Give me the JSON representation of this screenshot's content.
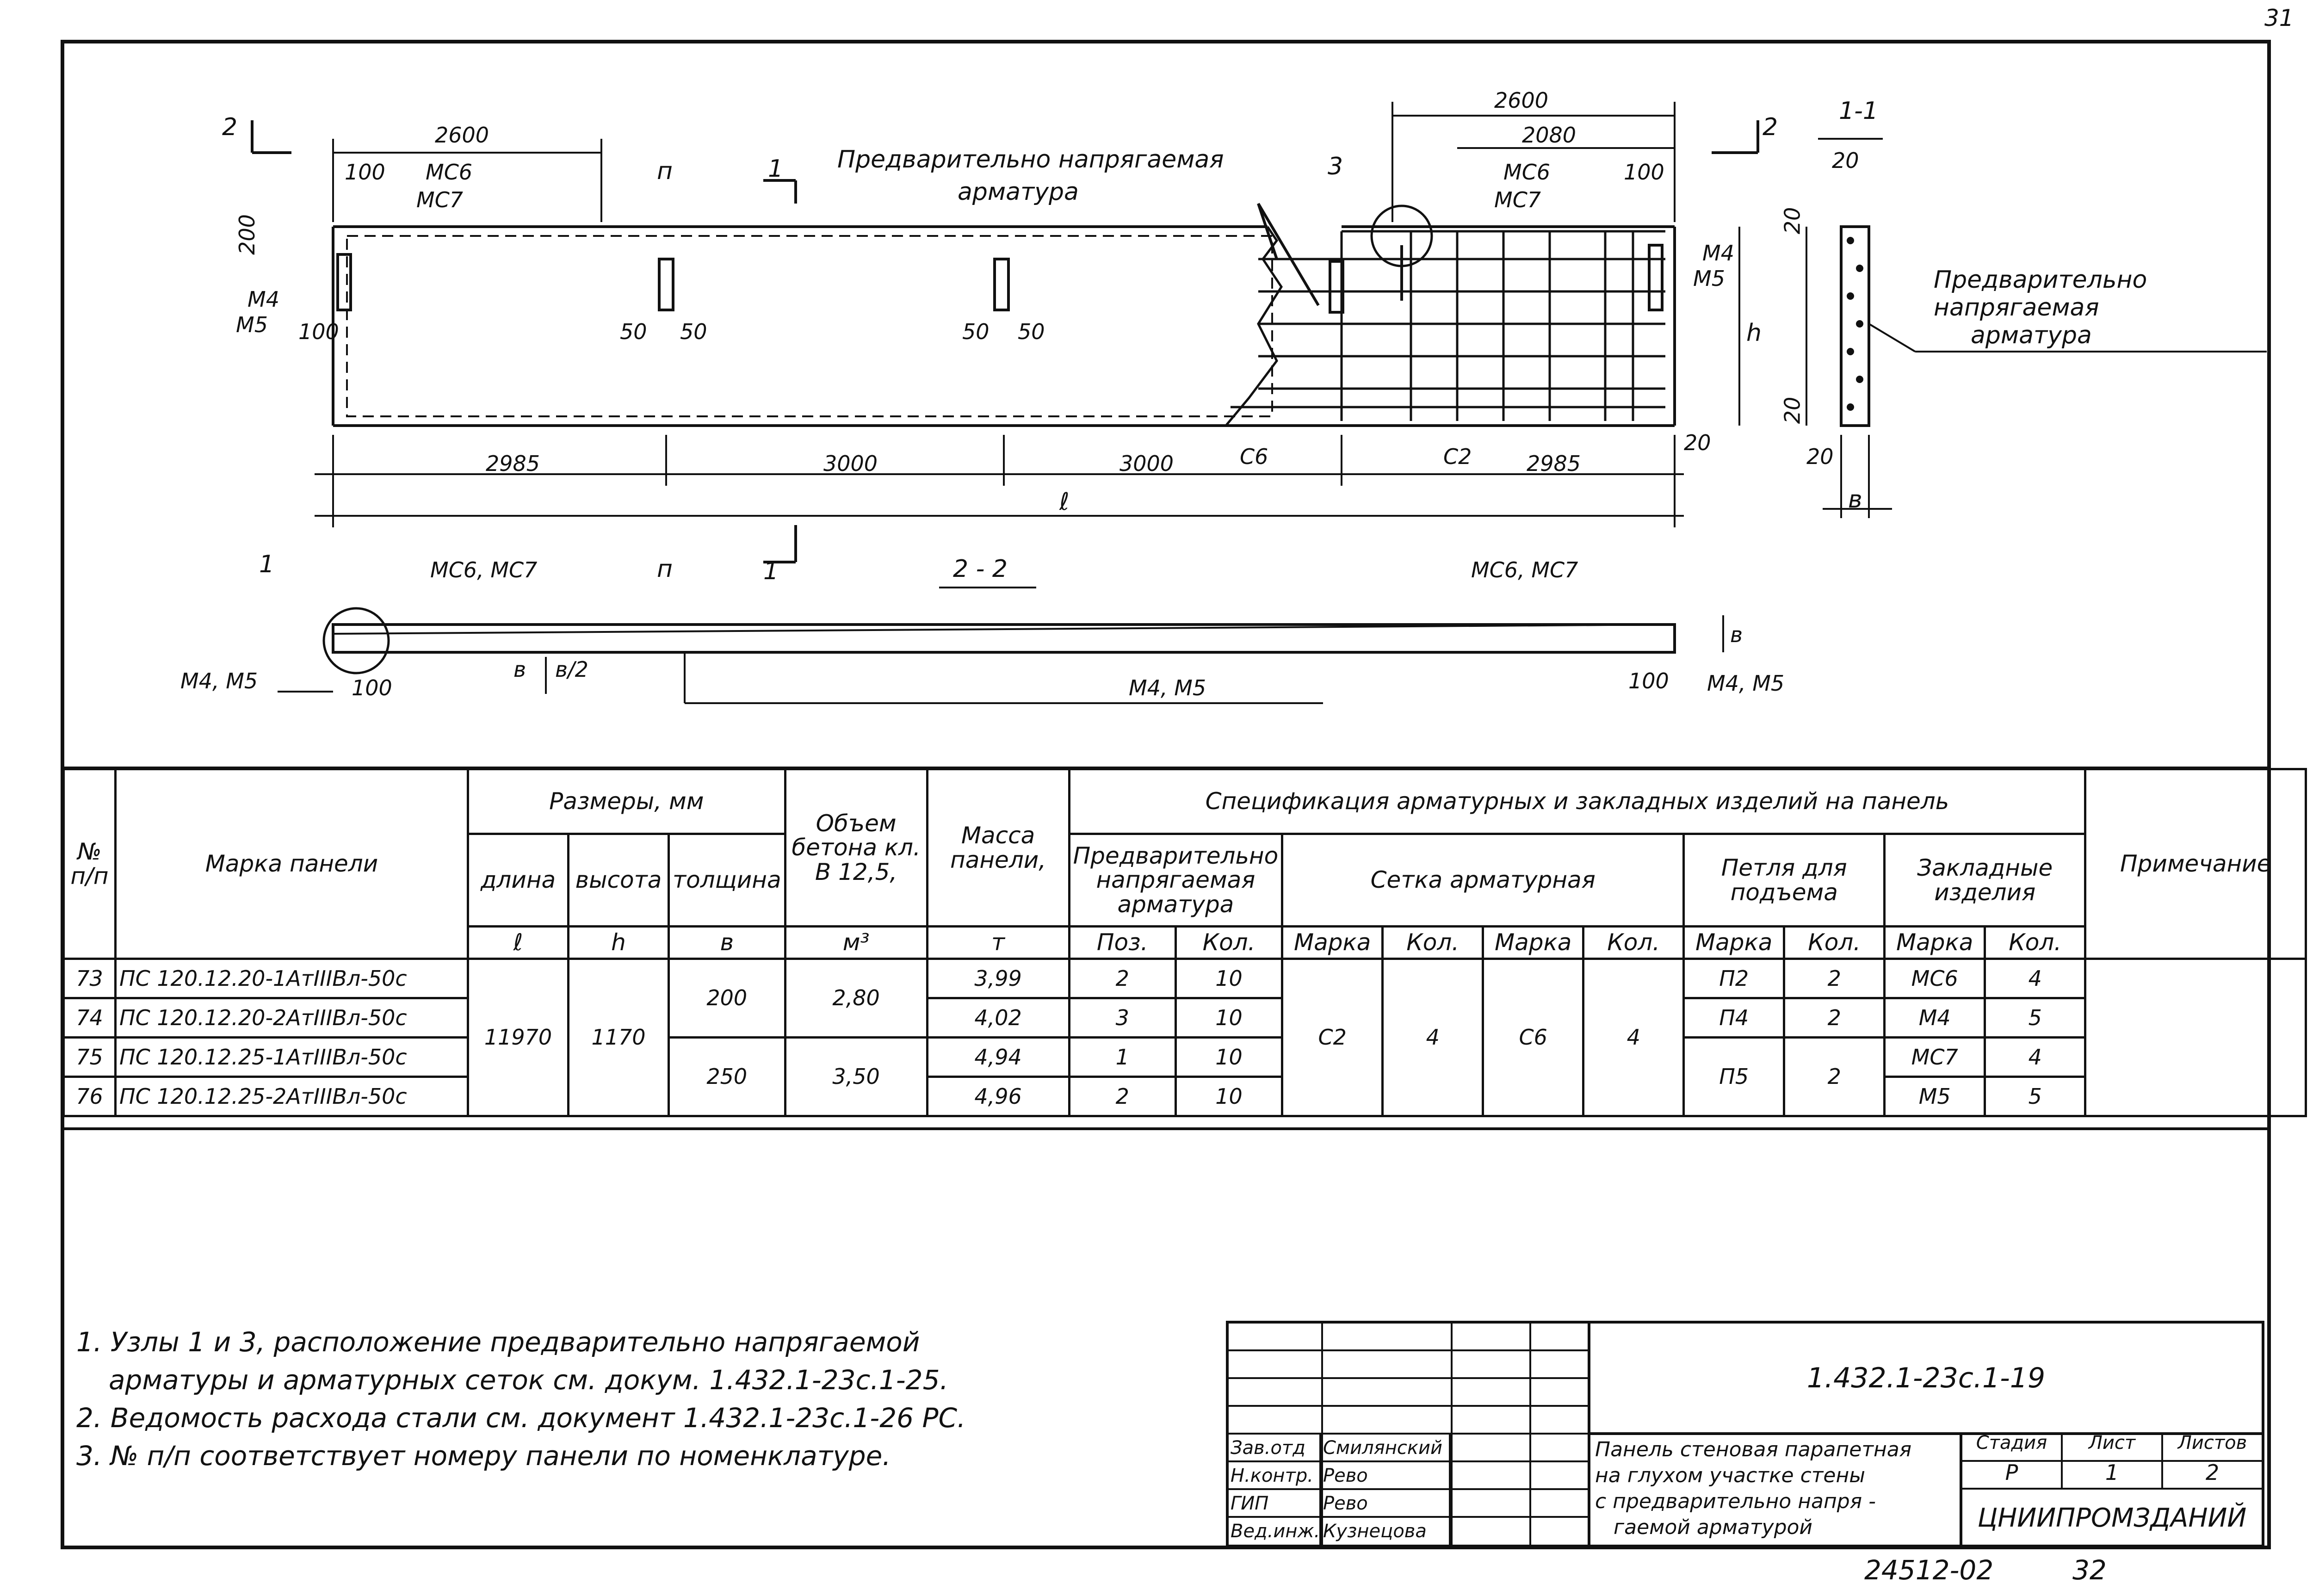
{
  "page_number": "31",
  "drawing": {
    "facade": {
      "section_mark_2_left": "2",
      "section_mark_2_right": "2",
      "section_mark_1_top": "1",
      "section_mark_1_bottom": "1",
      "callout_prestressed_title": "Предварительно напрягаемая",
      "callout_prestressed_sub": "арматура",
      "callout_3": "3",
      "callout_p": "п",
      "dim_2600_left": "2600",
      "dim_100_tl": "100",
      "mark_mc6_l": "МС6",
      "mark_mc7_l": "МС7",
      "dim_200_l": "200",
      "mark_m4_l": "М4",
      "mark_m5_l": "М5",
      "dim_100_l": "100",
      "dim_50a": "50",
      "dim_50b": "50",
      "dim_50c": "50",
      "dim_50d": "50",
      "dim_2600_right": "2600",
      "dim_2080": "2080",
      "dim_100_tr": "100",
      "mark_mc6_r": "МС6",
      "mark_mc7_r": "МС7",
      "mark_m4_r": "М4",
      "mark_m5_r": "М5",
      "dim_h": "h",
      "dim_20_r": "20",
      "dim_2985_l": "2985",
      "dim_3000_a": "3000",
      "dim_3000_b": "3000",
      "mark_c6": "С6",
      "mark_c2": "С2",
      "dim_2985_r": "2985",
      "dim_l": "ℓ"
    },
    "section_1_1": {
      "title": "1-1",
      "dim_20_a": "20",
      "dim_20_b": "20",
      "dim_20_c": "20",
      "dim_20_d": "20",
      "dim_b": "в",
      "callout_line1": "Предварительно",
      "callout_line2": "напрягаемая",
      "callout_line3": "арматура"
    },
    "section_2_2": {
      "title": "2 - 2",
      "callout_1": "1",
      "mark_mc_l": "МС6, МС7",
      "callout_p": "п",
      "mark_mc_r": "МС6, МС7",
      "mark_m_l": "М4, М5",
      "dim_100_l": "100",
      "dim_b_l": "в",
      "dim_b_l2": "в/2",
      "mark_m_mid": "М4, М5",
      "dim_100_r": "100",
      "mark_m_r": "М4, М5",
      "dim_b_r": "в"
    }
  },
  "spec_table": {
    "headers": {
      "num": "№ п/п",
      "mark": "Марка панели",
      "sizes": "Размеры, мм",
      "length": "длина",
      "length_sym": "ℓ",
      "height": "высота",
      "height_sym": "h",
      "thickness": "толщина",
      "thickness_sym": "в",
      "volume": "Объем бетона кл. В 12,5,",
      "volume_unit": "м³",
      "mass": "Масса панели,",
      "mass_unit": "т",
      "spec": "Спецификация арматурных и закладных изделий на панель",
      "prestress": "Предварительно напрягаемая арматура",
      "pos": "Поз.",
      "qty": "Кол.",
      "mesh": "Сетка арматурная",
      "mark_col": "Марка",
      "loop": "Петля для подъема",
      "embed": "Закладные изделия",
      "note": "Примечание"
    },
    "rows": [
      {
        "n": "73",
        "mark": "ПС 120.12.20-1АтIIIВл-50с",
        "mass": "3,99",
        "pos": "2",
        "qty": "10"
      },
      {
        "n": "74",
        "mark": "ПС 120.12.20-2АтIIIВл-50с",
        "mass": "4,02",
        "pos": "3",
        "qty": "10"
      },
      {
        "n": "75",
        "mark": "ПС 120.12.25-1АтIIIВл-50с",
        "mass": "4,94",
        "pos": "1",
        "qty": "10"
      },
      {
        "n": "76",
        "mark": "ПС 120.12.25-2АтIIIВл-50с",
        "mass": "4,96",
        "pos": "2",
        "qty": "10"
      }
    ],
    "length_val": "11970",
    "height_val": "1170",
    "thick_200": "200",
    "thick_250": "250",
    "vol_280": "2,80",
    "vol_350": "3,50",
    "mesh1_mark": "С2",
    "mesh1_qty": "4",
    "mesh2_mark": "С6",
    "mesh2_qty": "4",
    "loop": [
      {
        "mark": "П2",
        "qty": "2"
      },
      {
        "mark": "П4",
        "qty": "2"
      },
      {
        "mark": "П5",
        "qty": "2"
      }
    ],
    "embed": [
      {
        "mark": "МС6",
        "qty": "4"
      },
      {
        "mark": "М4",
        "qty": "5"
      },
      {
        "mark": "МС7",
        "qty": "4"
      },
      {
        "mark": "М5",
        "qty": "5"
      }
    ]
  },
  "notes": [
    "1. Узлы 1 и 3, расположение предварительно напрягаемой",
    "арматуры и арматурных сеток см. докум. 1.432.1-23с.1-25.",
    "2. Ведомость расхода стали см. документ 1.432.1-23с.1-26 РС.",
    "3. № п/п соответствует номеру панели по номенклатуре."
  ],
  "stamp": {
    "code": "1.432.1-23с.1-19",
    "roles": [
      {
        "role": "Зав.отд",
        "name": "Смилянский"
      },
      {
        "role": "Н.контр.",
        "name": "Рево"
      },
      {
        "role": "ГИП",
        "name": "Рево"
      },
      {
        "role": "Вед.инж.",
        "name": "Кузнецова"
      }
    ],
    "title_lines": [
      "Панель стеновая парапетная",
      "на глухом участке стены",
      "с предварительно напря -",
      "гаемой арматурой"
    ],
    "stage_label": "Стадия",
    "sheet_label": "Лист",
    "sheets_label": "Листов",
    "stage": "Р",
    "sheet": "1",
    "sheets": "2",
    "org": "ЦНИИПРОМЗДАНИЙ"
  },
  "footer_code": "24512-02",
  "footer_page": "32"
}
